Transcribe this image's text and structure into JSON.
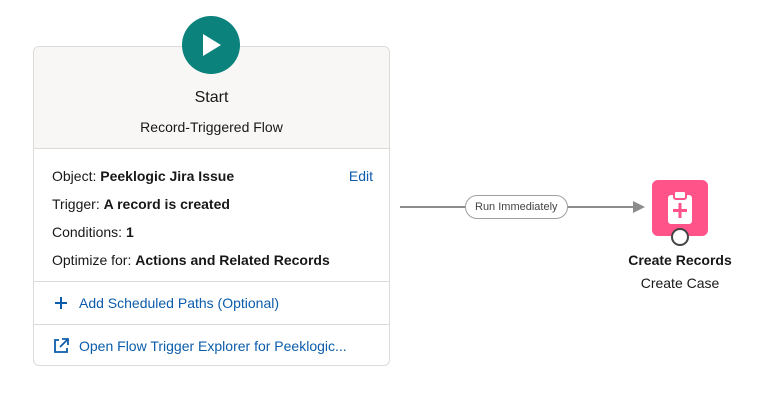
{
  "start": {
    "title": "Start",
    "subtitle": "Record-Triggered Flow",
    "icon": "play-icon",
    "icon_color": "#0b827c"
  },
  "details": {
    "object_label": "Object:",
    "object_value": "Peeklogic Jira Issue",
    "edit_label": "Edit",
    "trigger_label": "Trigger:",
    "trigger_value": "A record is created",
    "conditions_label": "Conditions:",
    "conditions_value": "1",
    "optimize_label": "Optimize for:",
    "optimize_value": "Actions and Related Records"
  },
  "links": {
    "scheduled_paths": "Add Scheduled Paths (Optional)",
    "trigger_explorer": "Open Flow Trigger Explorer for Peeklogic..."
  },
  "connector": {
    "label": "Run Immediately"
  },
  "node": {
    "title": "Create Records",
    "subtitle": "Create Case",
    "icon": "create-records-icon",
    "icon_color": "#ff538a"
  },
  "colors": {
    "link": "#0b5cab",
    "border": "#dddbda",
    "header_bg": "#f8f7f6"
  }
}
